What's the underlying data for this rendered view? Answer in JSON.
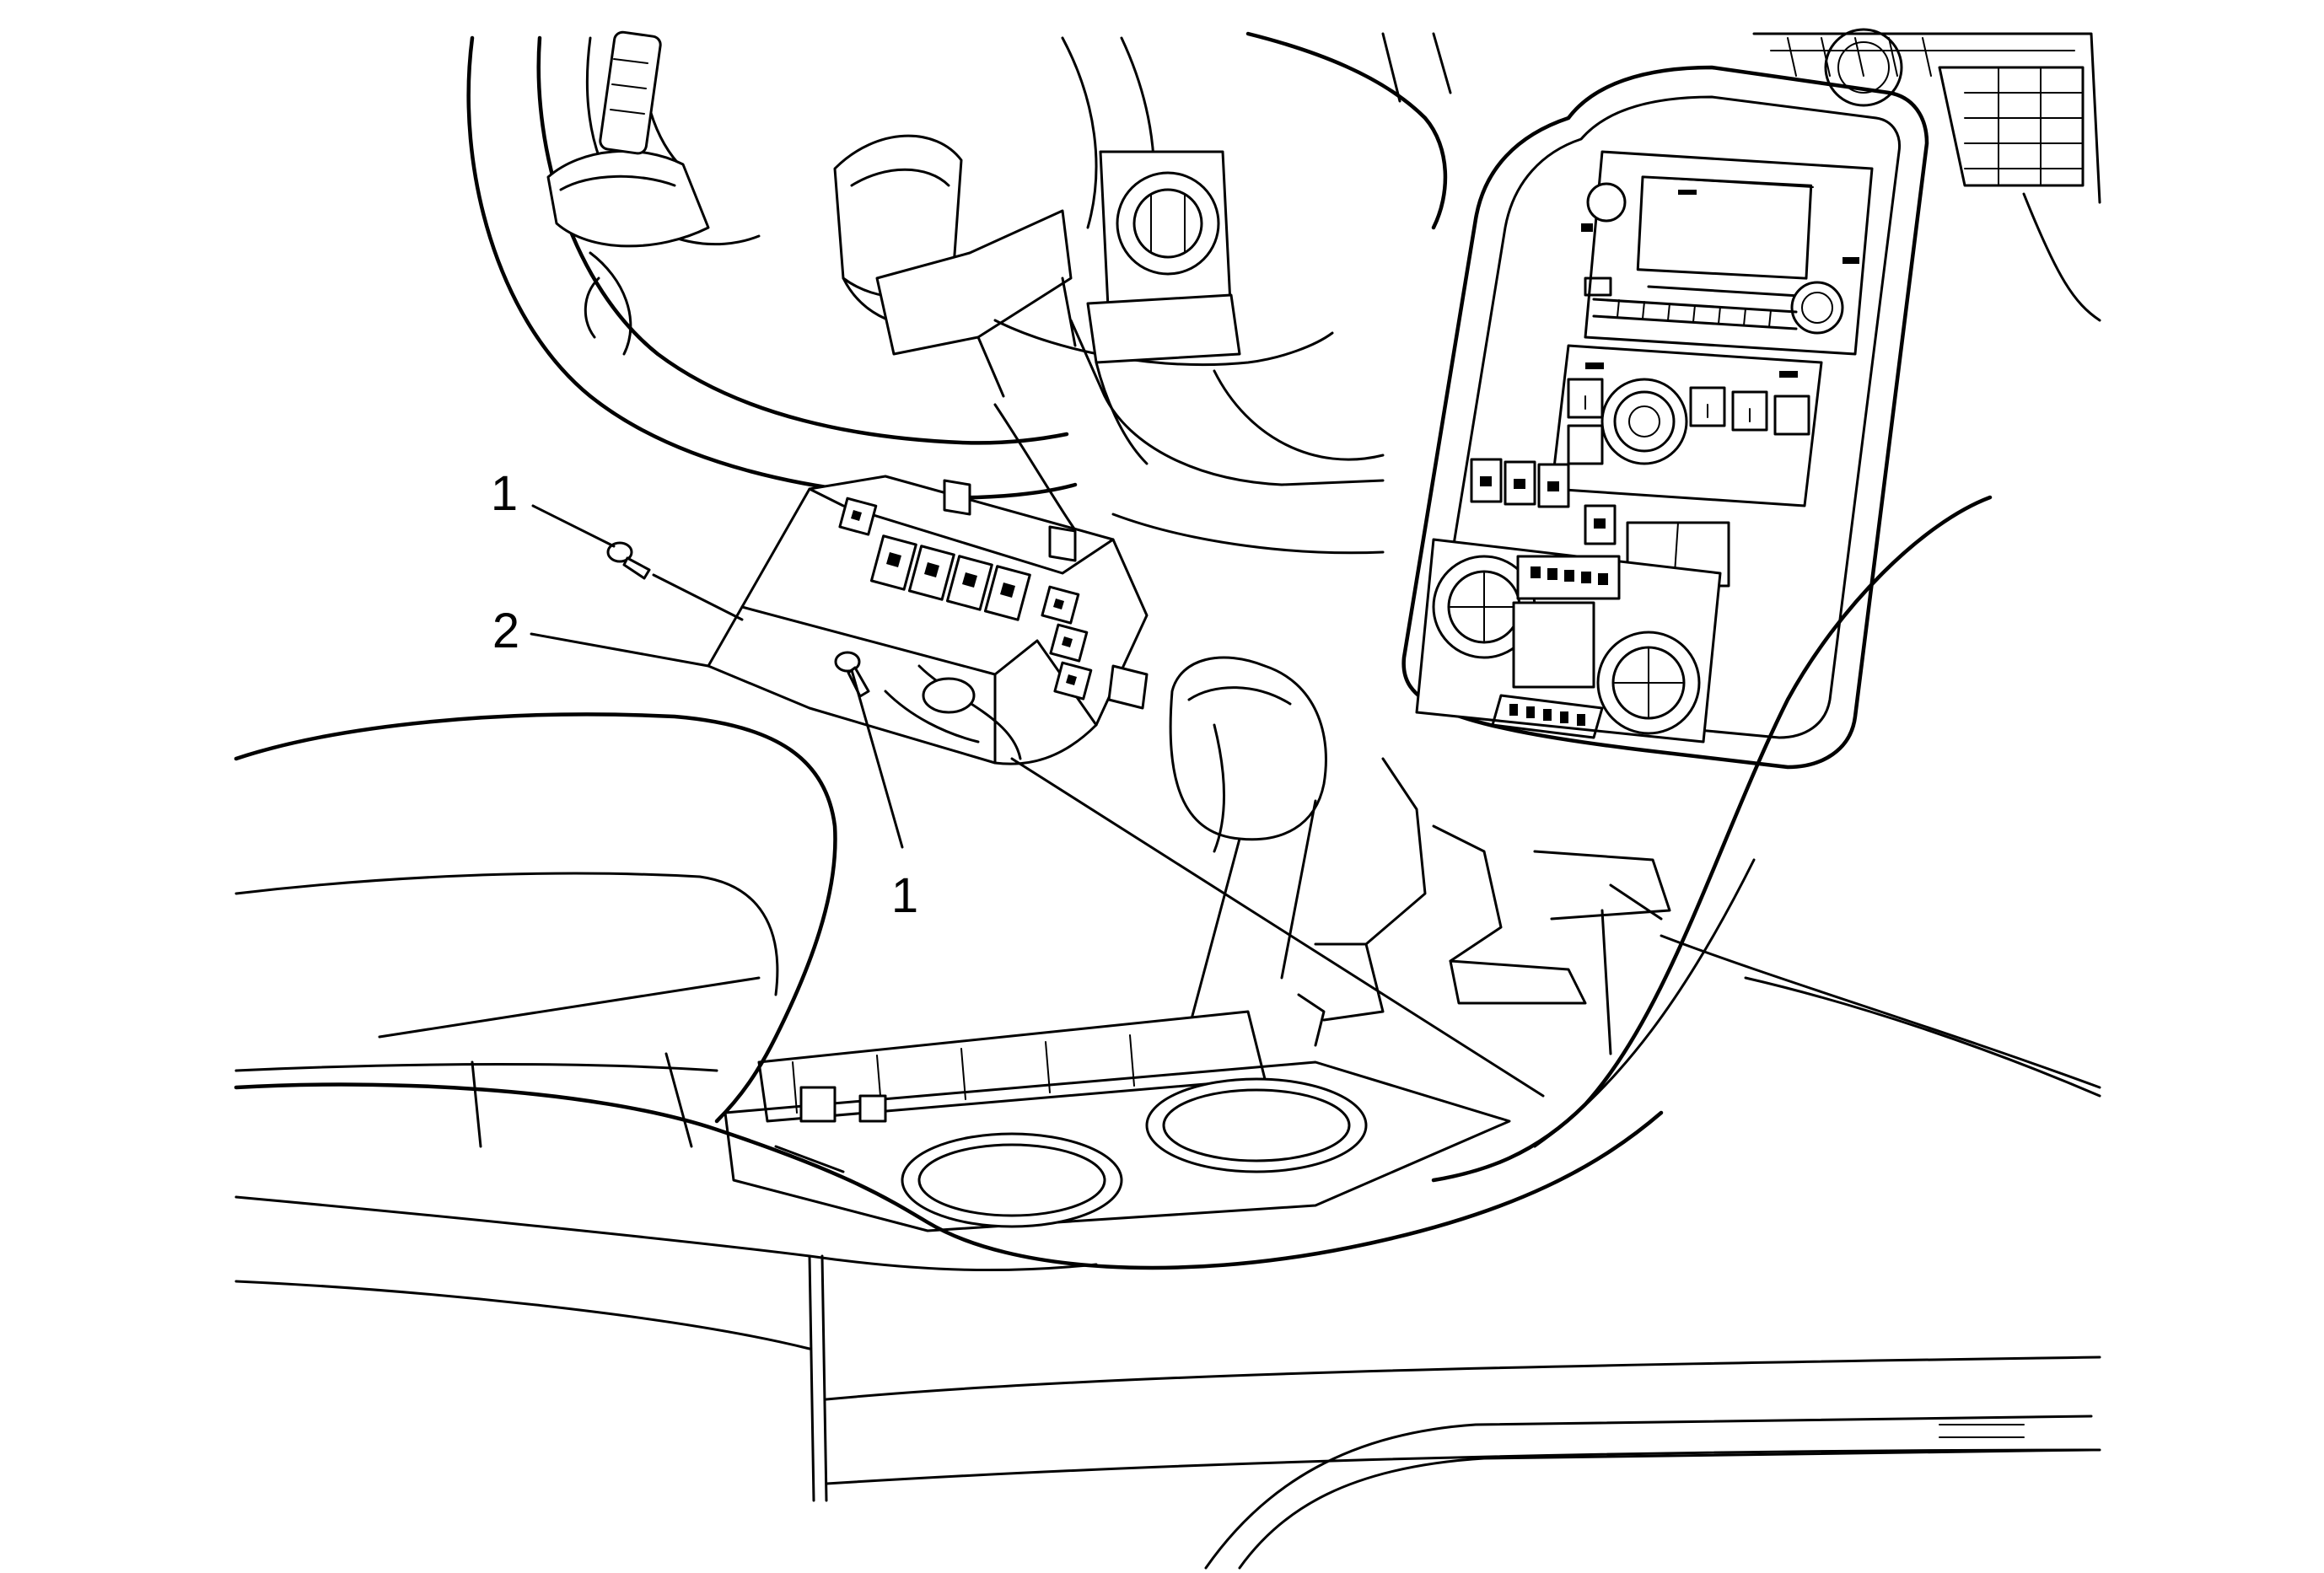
{
  "figure": {
    "callouts": [
      {
        "id": "upper-screw",
        "label": "1"
      },
      {
        "id": "bezel",
        "label": "2"
      },
      {
        "id": "lower-screw",
        "label": "1"
      }
    ]
  }
}
